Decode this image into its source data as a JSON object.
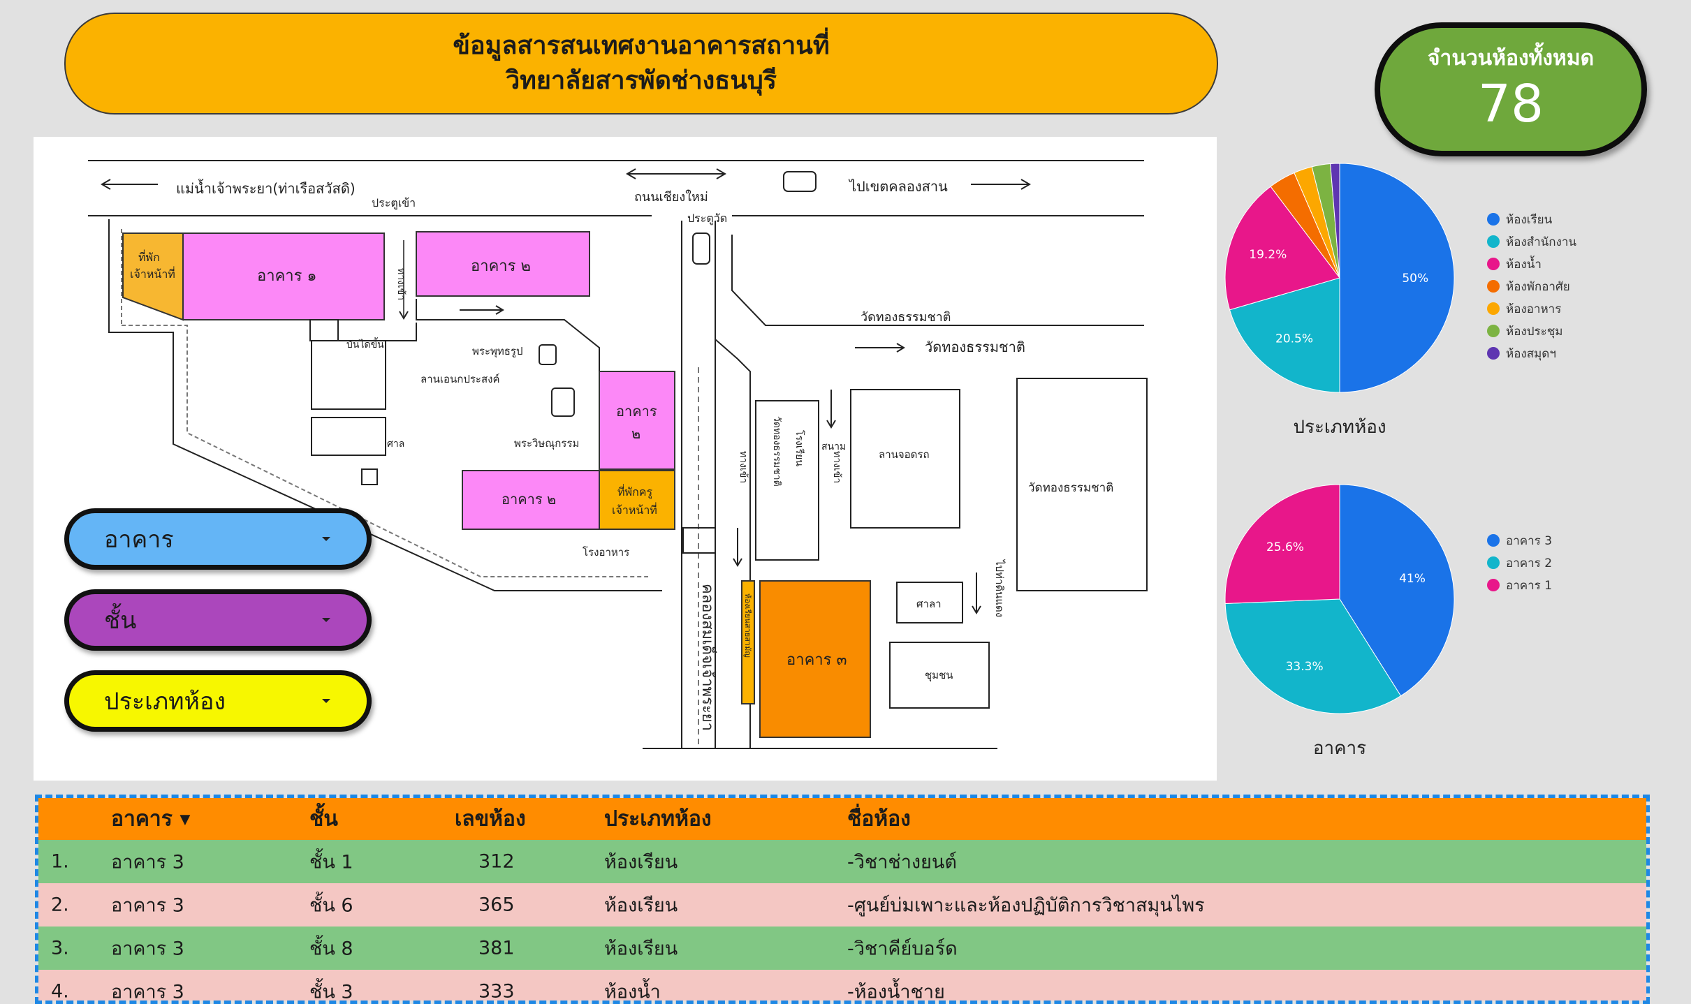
{
  "header": {
    "title_line1": "ข้อมูลสารสนเทศงานอาคารสถานที่",
    "title_line2": "วิทยาลัยสารพัดช่างธนบุรี"
  },
  "room_count": {
    "label": "จำนวนห้องทั้งหมด",
    "value": "78"
  },
  "map": {
    "road_left": "แม่น้ำเจ้าพระยา(ท่าเรือสวัสดิ)",
    "road_center": "ถนนเชียงใหม่",
    "road_right": "ไปเขตคลองสาน",
    "gate_in": "ประตูเข้า",
    "gate_temple": "ประตูวัด",
    "staff_house": [
      "ที่พัก",
      "เจ้าหน้าที่"
    ],
    "building1": "อาคาร ๑",
    "building2_top": "อาคาร ๒",
    "building2_mid": [
      "อาคาร",
      "๒"
    ],
    "building2_low": "อาคาร ๒",
    "teacher_house": [
      "ที่พักครู",
      "เจ้าหน้าที่"
    ],
    "building3": "อาคาร ๓",
    "way_in": "ทางเข้า",
    "stairs": "บันไดขึ้น",
    "buddha": "พระพุทธรูป",
    "yard": "ลานเอนกประสงค์",
    "vishnu": "พระวิษณุกรรม",
    "shrine": "ศาล",
    "canteen": "โรงอาหาร",
    "temple_label": "วัดทองธรรมชาติ",
    "temple_road": "วัดทองธรรมชาติ",
    "temple_school": [
      "โรงเรียน",
      "วัดทองธรรมชาติ"
    ],
    "field": "สนาม",
    "parking": "ลานจอดรถ",
    "temple_block": "วัดทองธรรมชาติ",
    "canal": "คลองสมเด็จเจ้าพระยา",
    "pavilion": "ศาลา",
    "community": "ชุมชน",
    "to_red": "ไปท่าดินแดง",
    "b3_side": "ห้องเรียนสายสามัญ"
  },
  "filters": [
    {
      "label": "อาคาร",
      "color": "#64b5f6"
    },
    {
      "label": "ชั้น",
      "color": "#ab47bc"
    },
    {
      "label": "ประเภทห้อง",
      "color": "#f7f700"
    }
  ],
  "chart_data": [
    {
      "type": "pie",
      "title": "ประเภทห้อง",
      "legend_position": "right",
      "slices": [
        {
          "label": "ห้องเรียน",
          "value": 50,
          "color": "#1a73e8",
          "display": "50%"
        },
        {
          "label": "ห้องสำนักงาน",
          "value": 20.5,
          "color": "#12b5cb",
          "display": "20.5%"
        },
        {
          "label": "ห้องน้ำ",
          "value": 19.2,
          "color": "#e8178a",
          "display": "19.2%"
        },
        {
          "label": "ห้องพักอาศัย",
          "value": 3.8,
          "color": "#f46d00",
          "display": ""
        },
        {
          "label": "ห้องอาหาร",
          "value": 2.6,
          "color": "#fca700",
          "display": ""
        },
        {
          "label": "ห้องประชุม",
          "value": 2.6,
          "color": "#7cb342",
          "display": ""
        },
        {
          "label": "ห้องสมุดฯ",
          "value": 1.3,
          "color": "#5e35b1",
          "display": ""
        }
      ]
    },
    {
      "type": "pie",
      "title": "อาคาร",
      "legend_position": "right",
      "slices": [
        {
          "label": "อาคาร 3",
          "value": 41,
          "color": "#1a73e8",
          "display": "41%"
        },
        {
          "label": "อาคาร 2",
          "value": 33.3,
          "color": "#12b5cb",
          "display": "33.3%"
        },
        {
          "label": "อาคาร 1",
          "value": 25.6,
          "color": "#e8178a",
          "display": "25.6%"
        }
      ]
    }
  ],
  "table": {
    "headers": [
      "อาคาร ▾",
      "ชั้น",
      "เลขห้อง",
      "ประเภทห้อง",
      "ชื่อห้อง"
    ],
    "rows": [
      {
        "num": "1.",
        "building": "อาคาร 3",
        "floor": "ชั้น 1",
        "room": "312",
        "type": "ห้องเรียน",
        "name": "-วิชาช่างยนต์"
      },
      {
        "num": "2.",
        "building": "อาคาร 3",
        "floor": "ชั้น 6",
        "room": "365",
        "type": "ห้องเรียน",
        "name": "-ศูนย์บ่มเพาะและห้องปฏิบัติการวิชาสมุนไพร"
      },
      {
        "num": "3.",
        "building": "อาคาร 3",
        "floor": "ชั้น 8",
        "room": "381",
        "type": "ห้องเรียน",
        "name": "-วิชาคีย์บอร์ด"
      },
      {
        "num": "4.",
        "building": "อาคาร 3",
        "floor": "ชั้น 3",
        "room": "333",
        "type": "ห้องน้ำ",
        "name": "-ห้องน้ำชาย"
      }
    ]
  }
}
